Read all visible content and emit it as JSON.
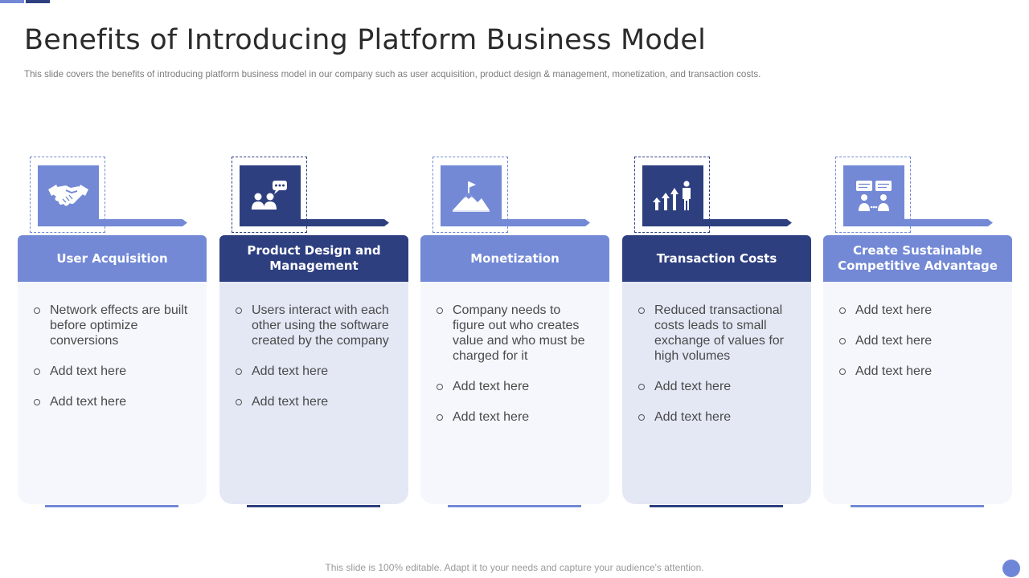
{
  "slide": {
    "title": "Benefits of Introducing Platform Business Model",
    "subtitle": "This slide covers the benefits of introducing platform business model in our company such as user acquisition, product design & management, monetization, and transaction costs.",
    "footer": "This slide is 100% editable. Adapt it to your needs and capture your audience's attention."
  },
  "colors": {
    "light_accent": "#7389d6",
    "dark_accent": "#2e3f80",
    "light_body": "#f5f7fd",
    "dark_body": "#e4e8f5"
  },
  "cards": [
    {
      "icon": "handshake-icon",
      "title": "User Acquisition",
      "bullets": [
        "Network effects are built before optimize conversions",
        "Add text here",
        "Add text here"
      ]
    },
    {
      "icon": "people-chat-icon",
      "title": "Product Design and Management",
      "bullets": [
        "Users interact with each other using the software created by the company",
        "Add text here",
        "Add text here"
      ]
    },
    {
      "icon": "mountain-flag-icon",
      "title": "Monetization",
      "bullets": [
        "Company needs to figure out who creates value and who must be charged for it",
        "Add text here",
        "Add text here"
      ]
    },
    {
      "icon": "growth-arrows-person-icon",
      "title": "Transaction Costs",
      "bullets": [
        "Reduced transactional costs leads to small exchange of values for high volumes",
        "Add text here",
        "Add text here"
      ]
    },
    {
      "icon": "discussion-board-icon",
      "title": "Create Sustainable Competitive Advantage",
      "bullets": [
        "Add text here",
        "Add text here",
        "Add text here"
      ]
    }
  ]
}
